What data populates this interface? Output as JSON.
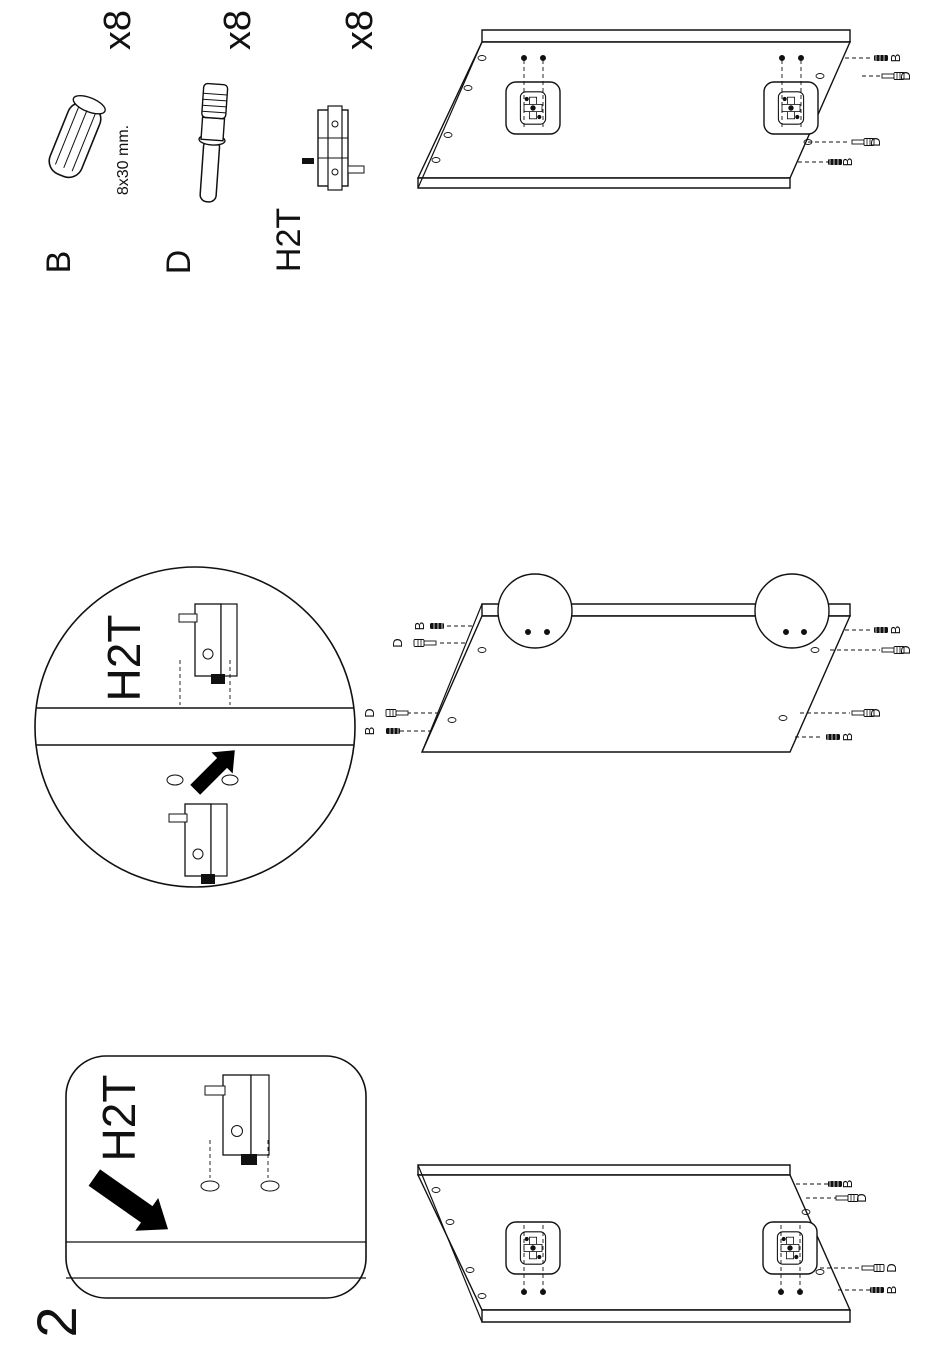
{
  "step": {
    "number": "2"
  },
  "parts": [
    {
      "letter": "B",
      "quantity": "x8",
      "size": "8x30 mm."
    },
    {
      "letter": "D",
      "quantity": "x8"
    },
    {
      "letter": "H2T",
      "quantity": "x8"
    }
  ],
  "detail_labels": {
    "circle_detail": "H2T",
    "rounded_detail": "H2T"
  },
  "fastener_labels": {
    "b": "B",
    "d": "D"
  },
  "colors": {
    "ink": "#111111",
    "paper": "#ffffff",
    "arrow": "#000000"
  }
}
